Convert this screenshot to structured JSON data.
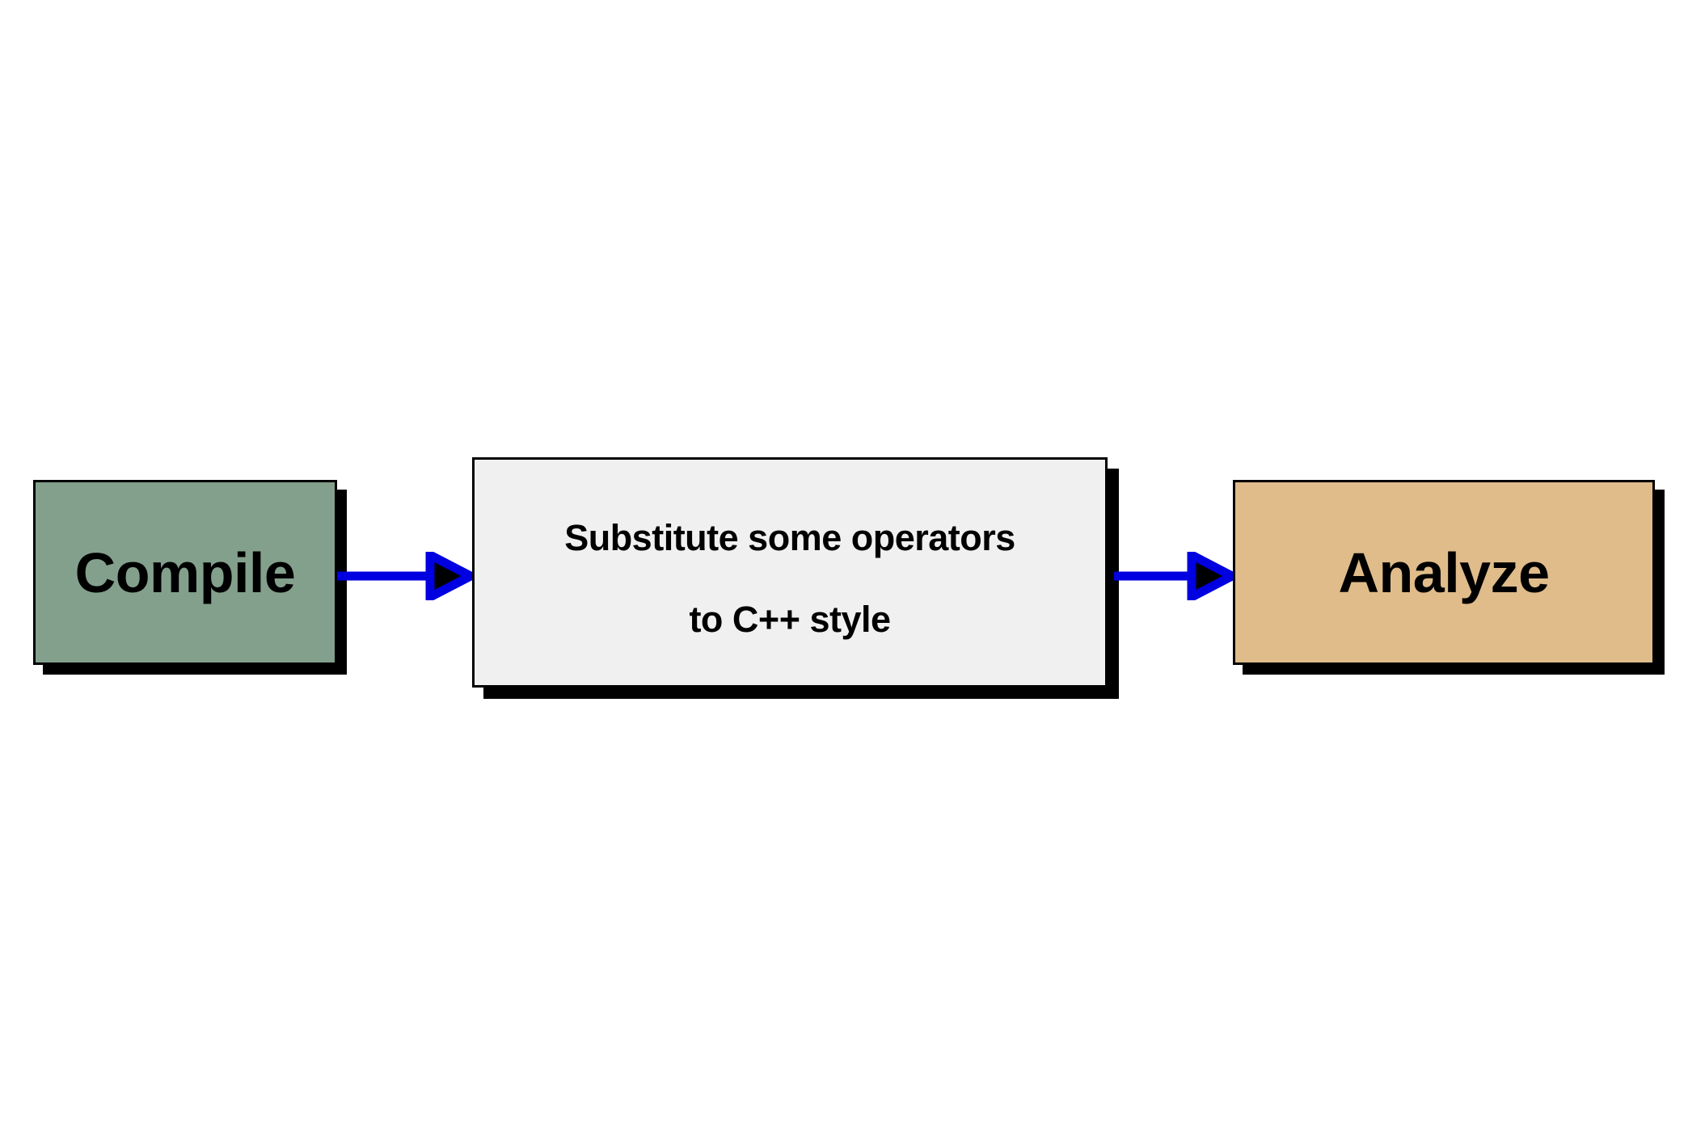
{
  "diagram": {
    "type": "flowchart",
    "orientation": "left-to-right",
    "background_color": "#FFFFFF",
    "nodes": [
      {
        "id": "compile",
        "label": "Compile",
        "fill_color": "#83A08D",
        "border_color": "#000000",
        "text_color": "#000000",
        "shadow_color": "#000000"
      },
      {
        "id": "substitute",
        "label_line1": "Substitute some operators",
        "label_line2": "to C++ style",
        "fill_color": "#F0F0F0",
        "border_color": "#000000",
        "text_color": "#000000",
        "shadow_color": "#000000"
      },
      {
        "id": "analyze",
        "label": "Analyze",
        "fill_color": "#E0BC8A",
        "border_color": "#000000",
        "text_color": "#000000",
        "shadow_color": "#000000"
      }
    ],
    "edges": [
      {
        "id": "compile-to-substitute",
        "from": "compile",
        "to": "substitute",
        "label": "",
        "line_color": "#0000E0",
        "arrowhead_fill": "#000000",
        "arrowhead_stroke": "#0000E0"
      },
      {
        "id": "substitute-to-analyze",
        "from": "substitute",
        "to": "analyze",
        "label": "",
        "line_color": "#0000E0",
        "arrowhead_fill": "#000000",
        "arrowhead_stroke": "#0000E0"
      }
    ]
  }
}
